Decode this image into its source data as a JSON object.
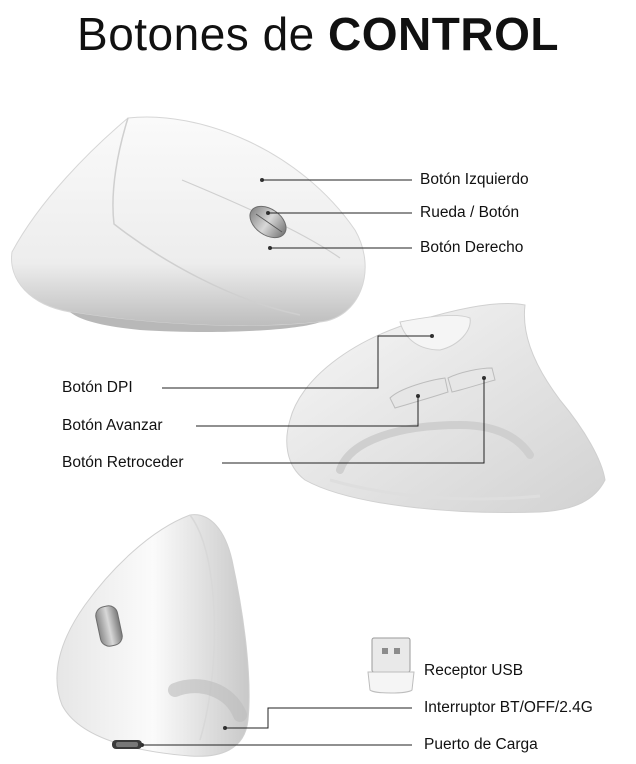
{
  "title": {
    "light": "Botones de",
    "bold": "CONTROL"
  },
  "labels": {
    "left_button": "Botón Izquierdo",
    "wheel_button": "Rueda / Botón",
    "right_button": "Botón Derecho",
    "dpi_button": "Botón DPI",
    "forward_button": "Botón Avanzar",
    "back_button": "Botón Retroceder",
    "usb_receiver": "Receptor USB",
    "switch": "Interruptor BT/OFF/2.4G",
    "charging_port": "Puerto de Carga"
  },
  "colors": {
    "mouse_body": "#f2f2f2",
    "mouse_shadow": "#c9c9c9",
    "leader_line": "#222222",
    "text": "#111111"
  }
}
